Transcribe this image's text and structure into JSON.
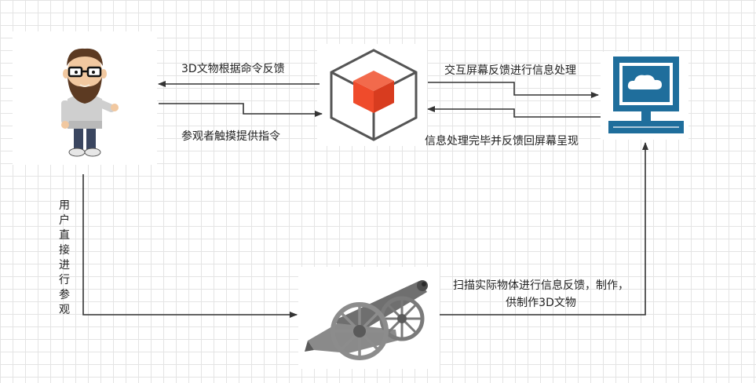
{
  "nodes": {
    "person": "viewer-character",
    "cube": "3d-model-cube",
    "monitor": "display-screen",
    "cannon": "physical-cannon-artifact"
  },
  "edges": {
    "cube_to_person": "3D文物根据命令反馈",
    "person_to_cube": "参观者触摸提供指令",
    "cube_to_monitor": "交互屏幕反馈进行信息处理",
    "monitor_to_cube": "信息处理完毕并反馈回屏幕呈现",
    "person_to_cannon": "用户直接进行参观",
    "cannon_to_monitor": "扫描实际物体进行信息反馈，制作，供制作3D文物"
  },
  "colors": {
    "cube_face": "#ef4b2b",
    "monitor_blue": "#1f6e9c",
    "arrow": "#333333"
  }
}
